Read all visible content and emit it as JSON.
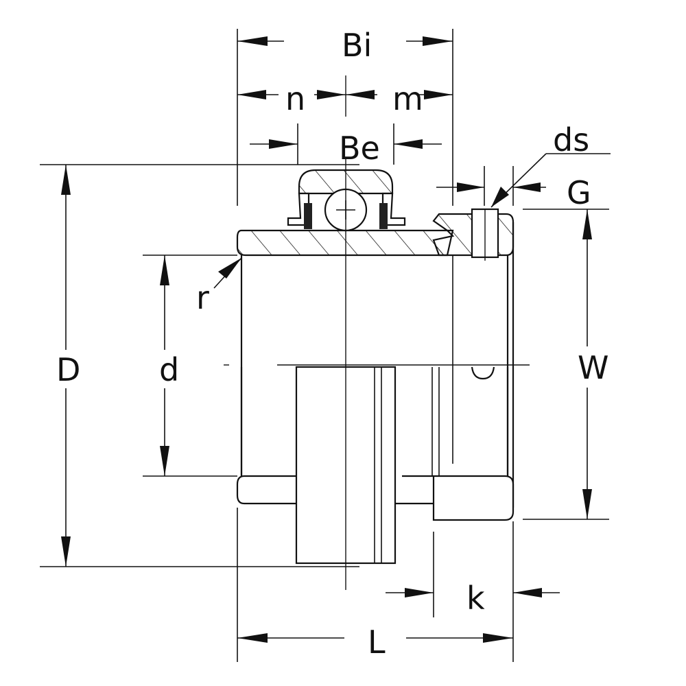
{
  "labels": {
    "bi": "Bi",
    "n": "n",
    "m": "m",
    "be": "Be",
    "ds": "ds",
    "g": "G",
    "r": "r",
    "d_outer": "D",
    "d_bore": "d",
    "w": "W",
    "k": "k",
    "l": "L"
  }
}
